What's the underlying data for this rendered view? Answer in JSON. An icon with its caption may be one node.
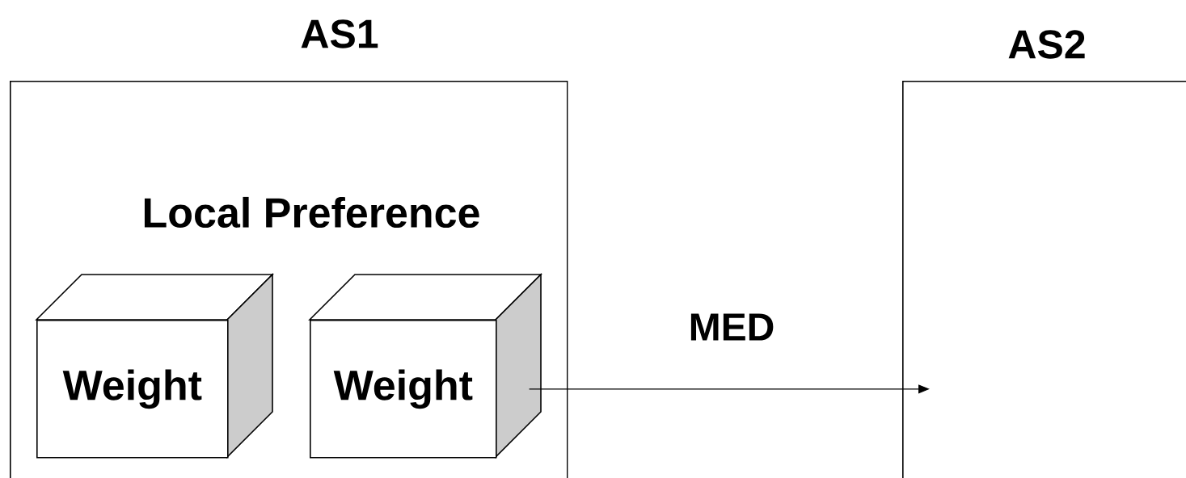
{
  "diagram": {
    "nodes": [
      {
        "text": [
          "AS1",
          "Local Preference"
        ]
      },
      {
        "text": [
          "Weight"
        ],
        "in": 0
      },
      {
        "text": [
          "Weight"
        ],
        "in": 0
      },
      {
        "text": [
          "AS2"
        ]
      }
    ],
    "edges": [
      {
        "from": 2,
        "to": 3,
        "arrow": "to",
        "label": "MED"
      }
    ]
  }
}
